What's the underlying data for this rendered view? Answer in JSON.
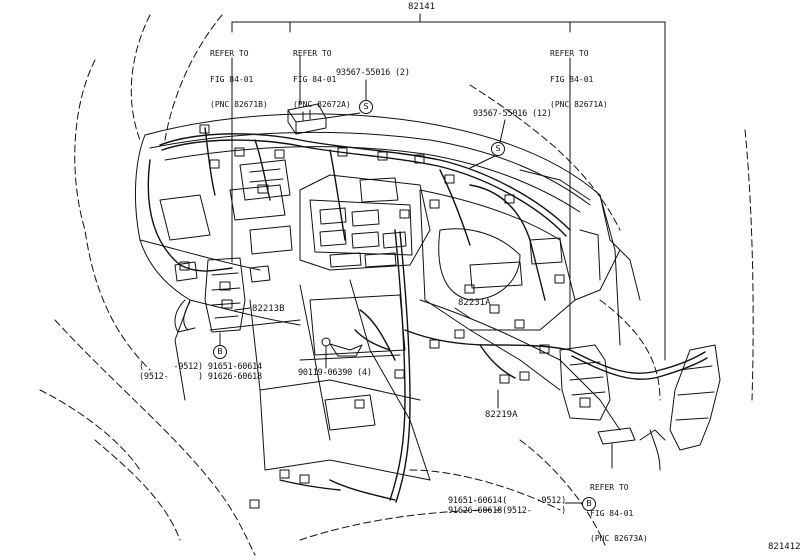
{
  "diagram": {
    "main_part": "82141",
    "figure_id": "821412",
    "references": [
      {
        "line1": "REFER TO",
        "line2": "FIG 84-01",
        "line3": "(PNC 82671B)"
      },
      {
        "line1": "REFER TO",
        "line2": "FIG 84-01",
        "line3": "(PNC 82672A)"
      },
      {
        "line1": "REFER TO",
        "line2": "FIG 84-01",
        "line3": "(PNC 82671A)"
      },
      {
        "line1": "REFER TO",
        "line2": "FIG 84-01",
        "line3": "(PNC 82673A)"
      }
    ],
    "parts": {
      "clip_s_top": "93567-55016 (2)",
      "clip_s_right": "93567-55016 (12)",
      "harness_82213B": "82213B",
      "harness_82231A": "82231A",
      "harness_82219A": "82219A",
      "screw": "90119-06390 (4)"
    },
    "callouts": {
      "b_left": {
        "row1_range": "(      -9512)",
        "row1_pn": "91651-60614",
        "row2_range": "(9512-      )",
        "row2_pn": "91626-60618"
      },
      "b_bottom": {
        "row1_pn": "91651-60614",
        "row1_range": "(      -9512)",
        "row2_pn": "91626-60618",
        "row2_range": "(9512-      )"
      }
    },
    "markers": {
      "s": "S",
      "b": "B"
    }
  }
}
